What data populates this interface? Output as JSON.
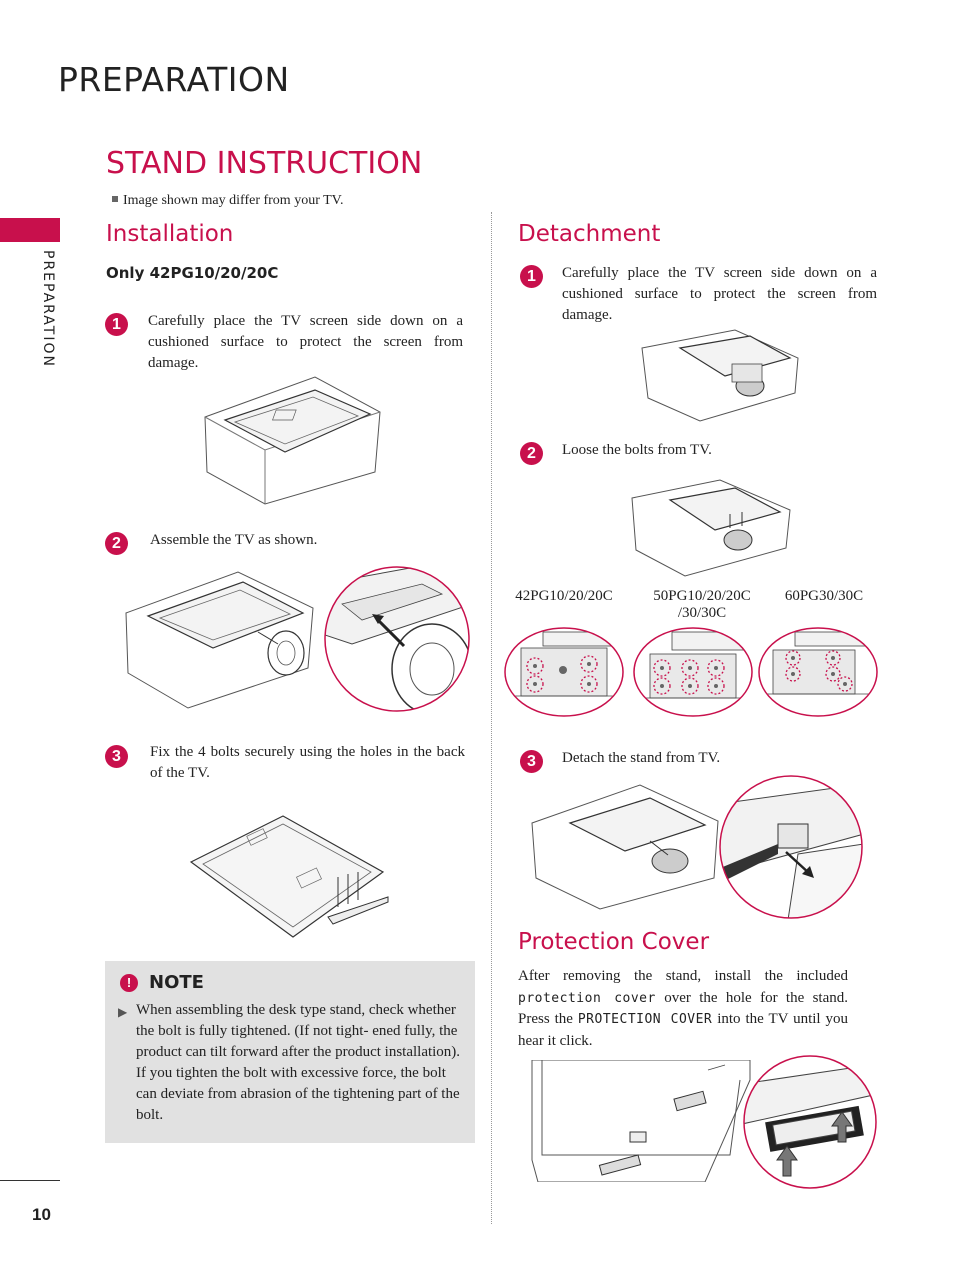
{
  "page": {
    "header": "PREPARATION",
    "side_label": "PREPARATION",
    "number": "10"
  },
  "section": {
    "title": "STAND INSTRUCTION",
    "disclaimer": "Image shown may differ from your TV."
  },
  "installation": {
    "heading": "Installation",
    "model_note": "Only 42PG10/20/20C",
    "steps": [
      {
        "number": "1",
        "text": "Carefully place the TV screen side down on a cushioned surface to protect the screen from damage."
      },
      {
        "number": "2",
        "text": "Assemble the TV as shown."
      },
      {
        "number": "3",
        "text": "Fix the 4 bolts securely using the holes in the back of the TV."
      }
    ]
  },
  "note": {
    "label": "NOTE",
    "icon": "exclamation-icon",
    "text": "When assembling the desk type stand, check whether the bolt is fully tightened. (If not tight- ened fully, the product can tilt forward after the product installation). If you tighten the bolt with excessive force, the bolt can deviate from abrasion of the tightening part of the bolt."
  },
  "detachment": {
    "heading": "Detachment",
    "steps": [
      {
        "number": "1",
        "text": "Carefully place the TV screen side down on a cushioned surface to protect the screen from damage."
      },
      {
        "number": "2",
        "text": "Loose the bolts from TV."
      },
      {
        "number": "3",
        "text": "Detach the stand from TV."
      }
    ],
    "models": [
      "42PG10/20/20C",
      "50PG10/20/20C /30/30C",
      "60PG30/30C"
    ]
  },
  "protection_cover": {
    "heading": "Protection Cover",
    "text_1": "After removing the stand, install the included",
    "term_1": "protection cover",
    "text_2": "over the hole for the stand. Press the",
    "term_2": "PROTECTION COVER",
    "text_3": "into the TV until you hear it click."
  },
  "colors": {
    "accent": "#c8104c",
    "note_background": "#e1e1e1"
  }
}
